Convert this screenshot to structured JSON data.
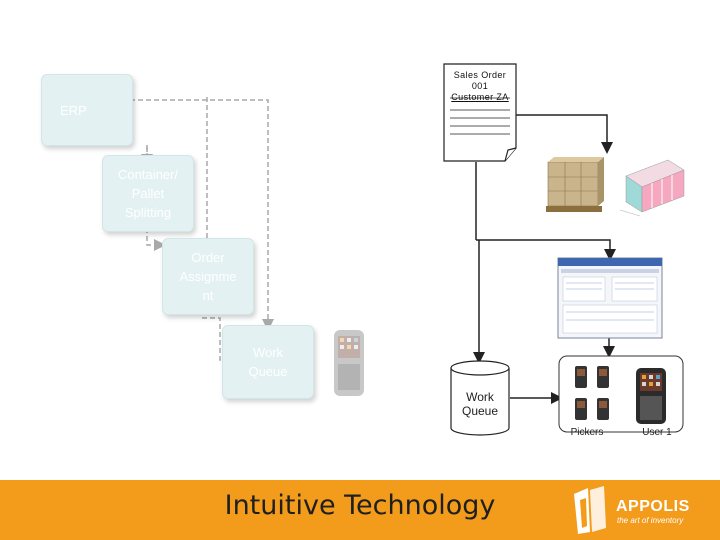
{
  "diagram": {
    "boxes": {
      "erp": "ERP",
      "container_line1": "Container/",
      "container_line2": "Pallet",
      "container_line3": "Splitting",
      "order_line1": "Order",
      "order_line2": "Assignme",
      "order_line3": "nt",
      "work_queue_line1": "Work",
      "work_queue_line2": "Queue"
    },
    "sales_order": {
      "line1": "Sales Order",
      "line2": "001",
      "line3": "Customer ZA"
    },
    "database": {
      "line1": "Work",
      "line2": "Queue"
    },
    "devices": {
      "pickers_label": "Pickers",
      "user_label": "User 1"
    }
  },
  "footer": {
    "title": "Intuitive Technology",
    "brand": "APPOLIS",
    "tagline": "the art of inventory"
  },
  "colors": {
    "footer_bg": "#f39c1c",
    "faded_box": "#e3f1f2",
    "connector": "#222222",
    "dashed_arrow": "#a9a9a9"
  },
  "icons": [
    "handheld-scanner-icon",
    "pallet-boxes-icon",
    "storage-rack-icon",
    "computer-screen-icon",
    "database-icon",
    "appolis-logo-icon"
  ]
}
